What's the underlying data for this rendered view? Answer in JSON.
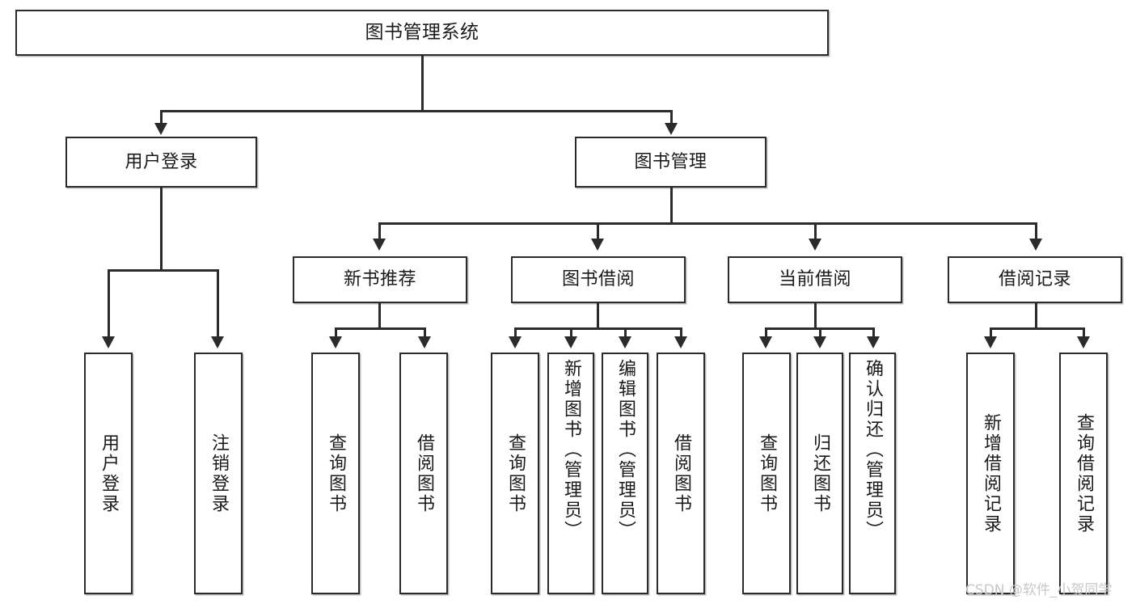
{
  "diagram": {
    "title": "图书管理系统",
    "watermark": "CSDN @软件_小贺同学",
    "colors": {
      "background": "#ffffff",
      "border": "#2b2b2b",
      "shadow": "#bdbdbd",
      "text": "#1a1a1a",
      "watermark": "#c8c8c8"
    },
    "levels": {
      "root": "图书管理系统",
      "level2": [
        {
          "label": "用户登录"
        },
        {
          "label": "图书管理"
        }
      ],
      "level3": [
        {
          "label": "新书推荐"
        },
        {
          "label": "图书借阅"
        },
        {
          "label": "当前借阅"
        },
        {
          "label": "借阅记录"
        }
      ],
      "leaves": {
        "user_login": [
          {
            "label": "用户登录"
          },
          {
            "label": "注销登录"
          }
        ],
        "new_book": [
          {
            "label": "查询图书"
          },
          {
            "label": "借阅图书"
          }
        ],
        "book_borrow": [
          {
            "label": "查询图书"
          },
          {
            "label": "新增图书（管理员）"
          },
          {
            "label": "编辑图书（管理员）"
          },
          {
            "label": "借阅图书"
          }
        ],
        "current_borrow": [
          {
            "label": "查询图书"
          },
          {
            "label": "归还图书"
          },
          {
            "label": "确认归还（管理员）"
          }
        ],
        "borrow_record": [
          {
            "label": "新增借阅记录"
          },
          {
            "label": "查询借阅记录"
          }
        ]
      }
    }
  }
}
